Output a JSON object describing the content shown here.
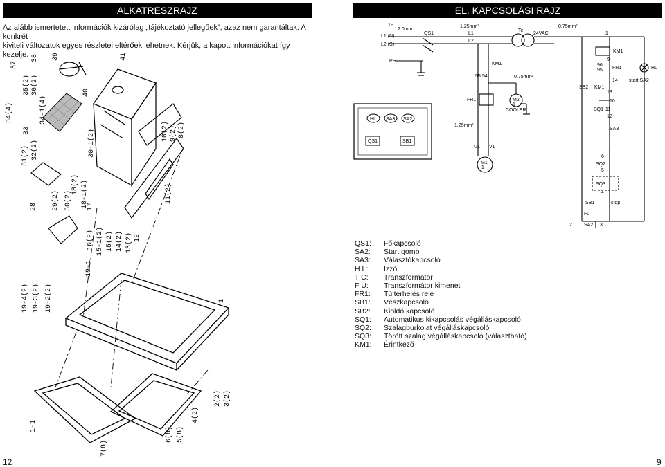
{
  "headers": {
    "left": "ALKATRÉSZRAJZ",
    "right": "EL. KAPCSOLÁSI RAJZ"
  },
  "intro": {
    "line1": "Az alább ismertetett információk kizárólag „tájékoztató jellegűek”, azaz nem garantáltak. A konkrét",
    "line2": "kiviteli változatok egyes részletei eltérőek lehetnek. Kérjük, a kapott információkat így kezelje."
  },
  "parts_labels": [
    "37",
    "38",
    "39",
    "41",
    "35(2)",
    "36(2)",
    "34(4)",
    "33",
    "34-1(4)",
    "40",
    "32(2)",
    "31(2)",
    "30-1(2)",
    "10(2)",
    "9(2)",
    "8(2)",
    "28",
    "29(2)",
    "30(2)",
    "18(2)",
    "18-1(2)",
    "17",
    "11(2)",
    "16(2)",
    "15-1(2)",
    "15(2)",
    "14(2)",
    "13(2)",
    "12",
    "19-1",
    "19-4(2)",
    "19-3(2)",
    "19-2(2)",
    "1",
    "2(2)",
    "3(2)",
    "1-1",
    "7(8)",
    "6(8)",
    "5(8)",
    "4(2)"
  ],
  "panel": {
    "buttons": [
      "HL",
      "SA3",
      "SA2",
      "QS1",
      "SB1"
    ]
  },
  "schematic": {
    "labels": [
      "1~",
      "2.0mm",
      "L1 (N)",
      "L2 (S)",
      "QS1",
      "1.25mm²",
      "L1",
      "L2",
      "Tc",
      "24VAC",
      "0.75mm²",
      "1",
      "PE",
      "KM1",
      "55",
      "54",
      "0.75mm²",
      "FR1",
      "M2",
      "1~",
      "COOLER",
      "1.25mm²",
      "U1",
      "V1",
      "M1",
      "1~",
      "KM1",
      "9",
      "96",
      "95",
      "FR1",
      "SB2",
      "14",
      "KM1",
      "13",
      "start SA2",
      "10",
      "SQ1",
      "11",
      "12",
      "SA3",
      "6",
      "SQ2",
      "5",
      "SQ3",
      "4",
      "SB1",
      "stop",
      "Fu",
      "2",
      "3",
      "SA2",
      "HL"
    ]
  },
  "legend": [
    {
      "code": "QS1:",
      "desc": "Főkapcsoló"
    },
    {
      "code": "SA2:",
      "desc": "Start gomb"
    },
    {
      "code": "SA3:",
      "desc": "Választókapcsoló"
    },
    {
      "code": "H L:",
      "desc": "Izzó"
    },
    {
      "code": "T C:",
      "desc": "Transzformátor"
    },
    {
      "code": "F U:",
      "desc": "Transzformátor kimenet"
    },
    {
      "code": "FR1:",
      "desc": "Túlterhelés relé"
    },
    {
      "code": "SB1:",
      "desc": "Vészkapcsoló"
    },
    {
      "code": "SB2:",
      "desc": "Kioldó kapcsoló"
    },
    {
      "code": "SQ1:",
      "desc": "Automatikus kikapcsolás végálláskapcsoló"
    },
    {
      "code": "SQ2:",
      "desc": "Szalagburkolat végálláskapcsoló"
    },
    {
      "code": "SQ3:",
      "desc": "Törött szalag végálláskapcsoló (választható)"
    },
    {
      "code": "KM1:",
      "desc": "Érintkező"
    }
  ],
  "page_numbers": {
    "left": "12",
    "right": "9"
  }
}
